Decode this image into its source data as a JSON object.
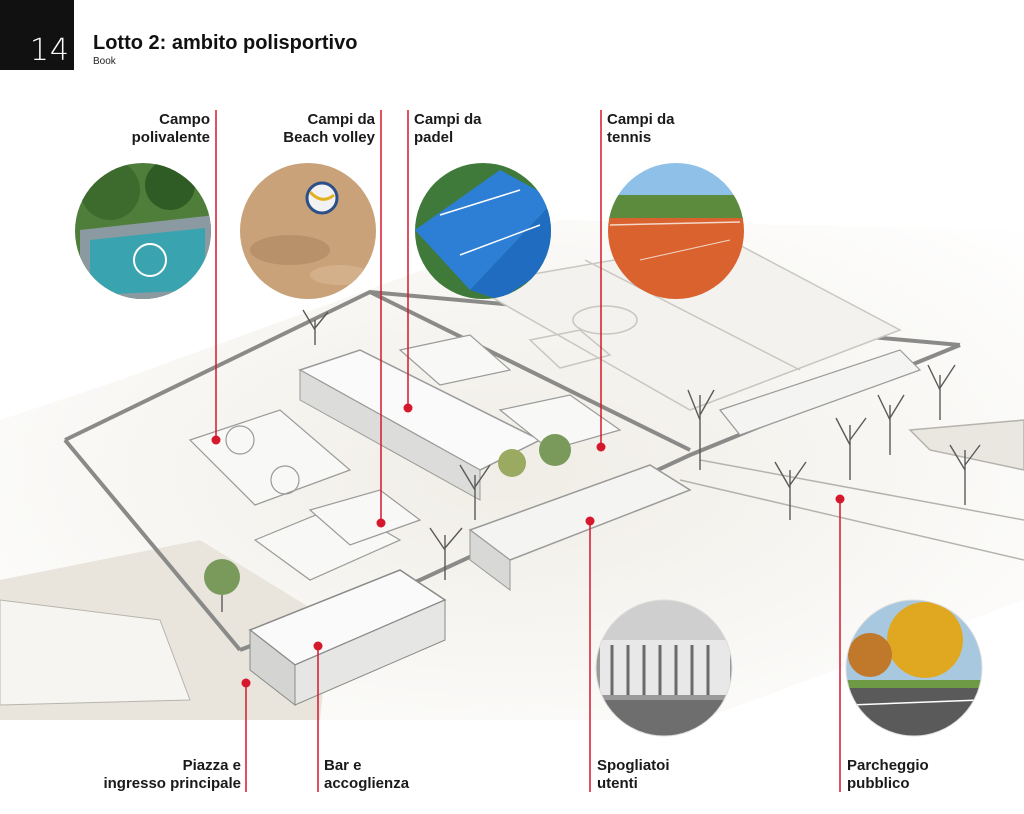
{
  "header": {
    "page_number": "14",
    "title": "Lotto 2: ambito polisportivo",
    "subtitle": "Book"
  },
  "colors": {
    "accent": "#d5182b",
    "badge": "#111111",
    "clay": "#d9622f",
    "padel_blue": "#2d7fd6",
    "court_teal": "#3aa3b0",
    "grass": "#5d8b3e",
    "sand": "#c9a27a"
  },
  "labels": {
    "campo_polivalente": [
      "Campo",
      "polivalente"
    ],
    "beach_volley": [
      "Campi da",
      "Beach volley"
    ],
    "padel": [
      "Campi da",
      "padel"
    ],
    "tennis": [
      "Campi da",
      "tennis"
    ],
    "piazza": [
      "Piazza e",
      "ingresso principale"
    ],
    "bar": [
      "Bar e",
      "accoglienza"
    ],
    "spogliatoi": [
      "Spogliatoi",
      "utenti"
    ],
    "parcheggio": [
      "Parcheggio",
      "pubblico"
    ]
  }
}
